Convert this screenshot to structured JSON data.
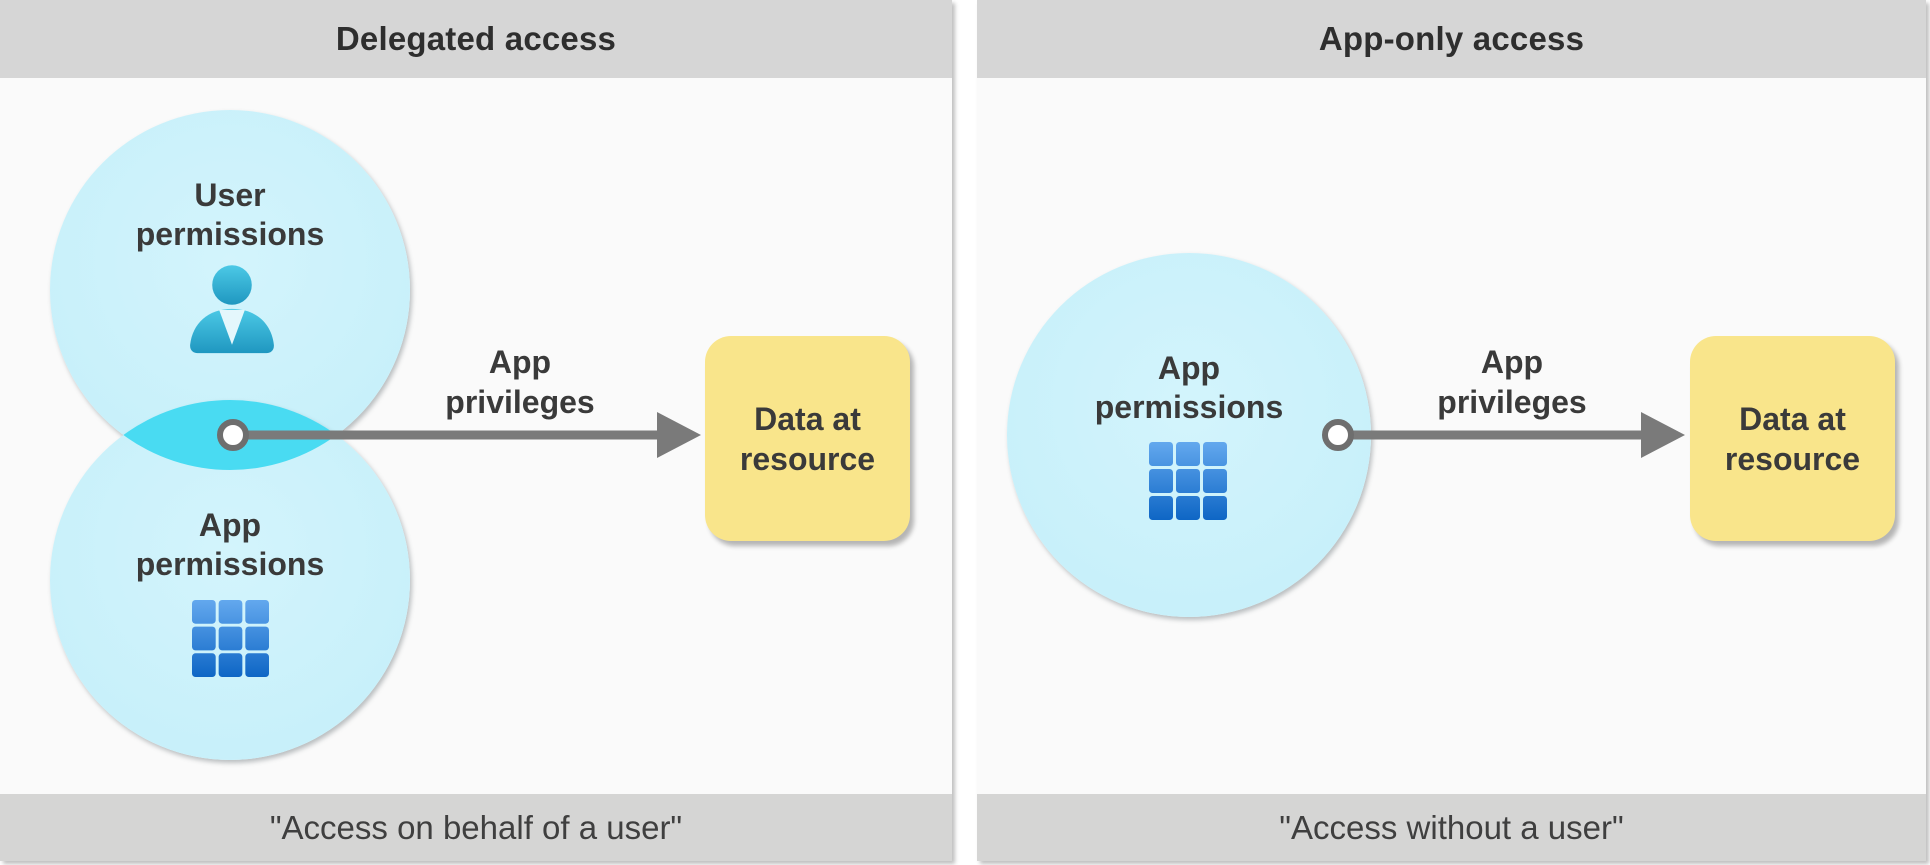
{
  "panels": [
    {
      "title": "Delegated access",
      "caption": "\"Access on behalf of a user\"",
      "user_circle": {
        "line1": "User",
        "line2": "permissions",
        "icon": "user-icon"
      },
      "app_circle": {
        "line1": "App",
        "line2": "permissions",
        "icon": "app-grid-icon"
      },
      "arrow": {
        "line1": "App",
        "line2": "privileges"
      },
      "resource_box": {
        "line1": "Data at",
        "line2": "resource"
      }
    },
    {
      "title": "App-only access",
      "caption": "\"Access without a user\"",
      "app_circle": {
        "line1": "App",
        "line2": "permissions",
        "icon": "app-grid-icon"
      },
      "arrow": {
        "line1": "App",
        "line2": "privileges"
      },
      "resource_box": {
        "line1": "Data at",
        "line2": "resource"
      }
    }
  ],
  "colors": {
    "header_footer_bg": "#d6d6d6",
    "panel_bg": "#fafafa",
    "circle_fill": "#c8f0fa",
    "overlap_lens_fill": "#49dbf2",
    "resource_box_fill": "#f9e58b",
    "arrow_gray": "#7a7a7a",
    "connector_dot_ring": "#6e6e6e",
    "person_icon_top": "#4cc9e6",
    "person_icon_bottom": "#1f97c0",
    "grid_icon_top": "#63a8ee",
    "grid_icon_bottom": "#0e66c5",
    "label_text": "#3a3a3a"
  }
}
